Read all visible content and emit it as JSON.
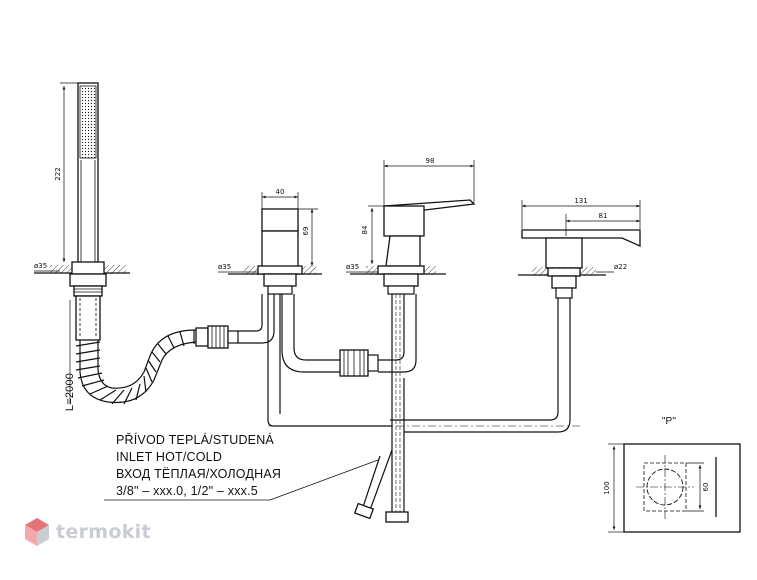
{
  "dimensions": {
    "handshower_height": "222",
    "handshower_hole": "ø35",
    "hose_length": "L=2000",
    "diverter_width": "40",
    "diverter_height": "69",
    "diverter_hole": "ø35",
    "mixer_width": "98",
    "mixer_height": "84",
    "mixer_hole": "ø35",
    "spout_width": "131",
    "spout_projection": "81",
    "spout_hole": "ø22"
  },
  "inlet_note": {
    "line1": "PŘÍVOD TEPLÁ/STUDENÁ",
    "line2": "INLET HOT/COLD",
    "line3": "ВХОД ТЁПЛАЯ/ХОЛОДНАЯ",
    "line4": "3/8\" – xxx.0, 1/2\" – xxx.5"
  },
  "detail_p": {
    "label": "\"P\"",
    "outer_dim": "100",
    "inner_dim": "60"
  },
  "brand": {
    "name": "termokit",
    "colors": {
      "top": "#e4737a",
      "left": "#f2a8ad",
      "right": "#c9cdd6"
    }
  }
}
